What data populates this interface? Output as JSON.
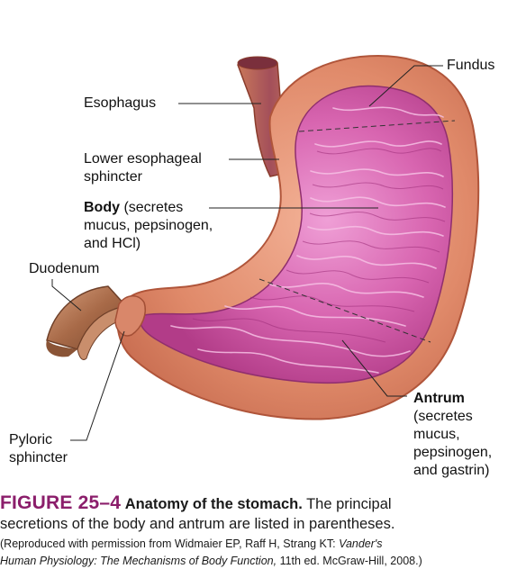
{
  "labels": {
    "fundus": "Fundus",
    "esophagus": "Esophagus",
    "les_line1": "Lower esophageal",
    "les_line2": "sphincter",
    "body_bold": "Body",
    "body_line1_rest": " (secretes",
    "body_line2": "mucus, pepsinogen,",
    "body_line3": "and HCl)",
    "duodenum": "Duodenum",
    "pyloric_line1": "Pyloric",
    "pyloric_line2": "sphincter",
    "antrum_bold": "Antrum",
    "antrum_line2": "(secretes",
    "antrum_line3": "mucus,",
    "antrum_line4": "pepsinogen,",
    "antrum_line5": "and gastrin)"
  },
  "caption": {
    "figure_number": "FIGURE 25–4",
    "title": "Anatomy of the stomach.",
    "text_line1": " The principal",
    "text_line2": "secretions of the body and antrum are listed in parentheses.",
    "credit_line1_a": "(Reproduced with permission from Widmaier EP, Raff H, Strang KT: ",
    "credit_line1_b": "Vander's",
    "credit_line2_a": "Human Physiology: The Mechanisms of Body Function,",
    "credit_line2_b": " 11th ed. McGraw-Hill, 2008.)"
  },
  "colors": {
    "outer_wall": "#df8a6a",
    "wall_dark": "#b8553c",
    "mucosa": "#c9529c",
    "mucosa_light": "#e79ad0",
    "duodenum": "#a06a4a",
    "figure_number": "#8b1e6b"
  }
}
